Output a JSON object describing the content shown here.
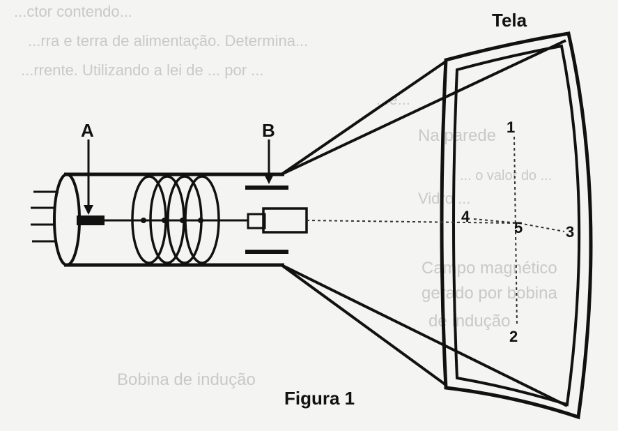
{
  "labels": {
    "screen": "Tela",
    "a": "A",
    "b": "B",
    "caption": "Figura 1"
  },
  "points": {
    "p1": "1",
    "p2": "2",
    "p3": "3",
    "p4": "4",
    "p5": "5"
  },
  "bleed_through": [
    "...ctor contendo...",
    "...rra e terra de alimentação. Determina...",
    "...rrente. Utilizando a lei de ... por ...",
    "...e...",
    "Na parede",
    "... o valor do ...",
    "Vidro ...",
    "Campo magnético",
    "gerado por bobina",
    "de indução",
    "Bobina de indução"
  ],
  "colors": {
    "ink": "#111111",
    "background": "#f4f4f2",
    "bleed": "#c9c9c6"
  }
}
